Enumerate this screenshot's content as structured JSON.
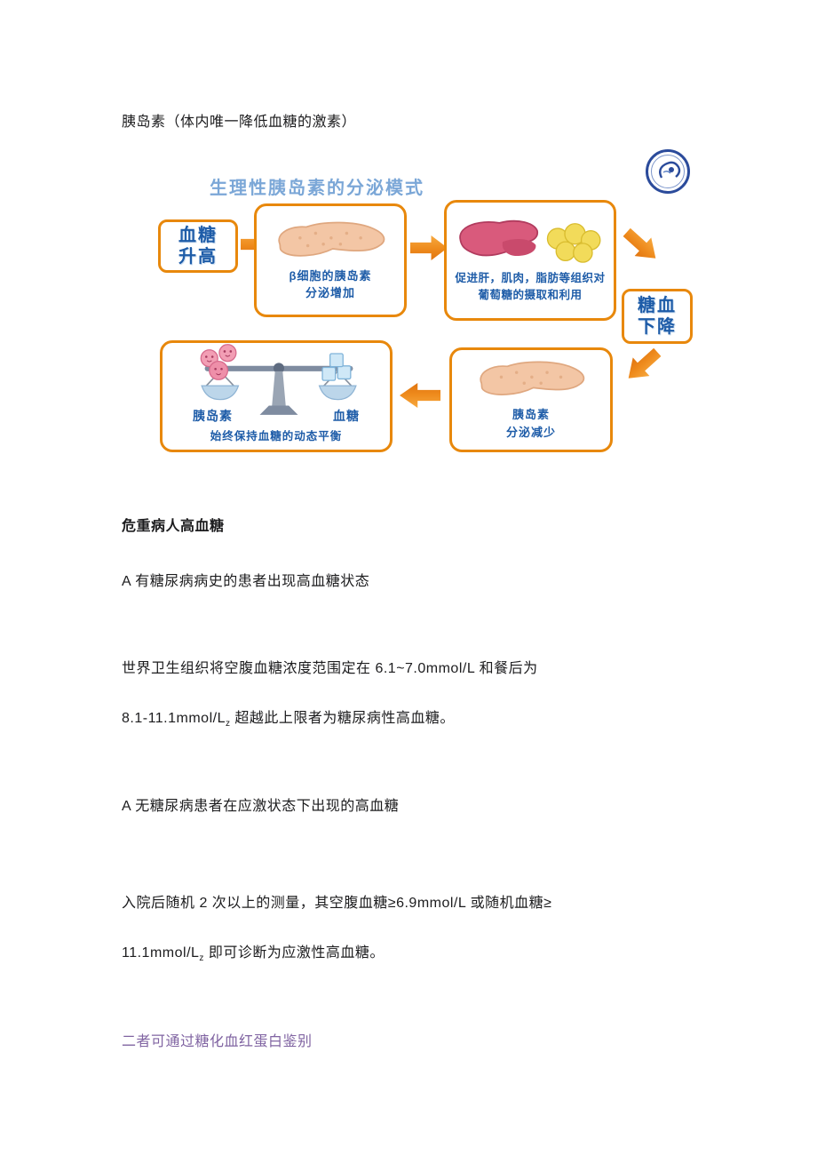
{
  "document": {
    "intro": "胰岛素（体内唯一降低血糖的激素）",
    "heading": "危重病人高血糖",
    "paragraphs": {
      "a1": "A 有糖尿病病史的患者出现高血糖状态",
      "p1_line1": "世界卫生组织将空腹血糖浓度范围定在 6.1~7.0mmol/L 和餐后为",
      "p1_line2_pre": "8.1-11.1mmol/L",
      "p1_line2_sub": "z",
      "p1_line2_post": " 超越此上限者为糖尿病性高血糖。",
      "a2": "A 无糖尿病患者在应激状态下出现的高血糖",
      "p2_line1": "入院后随机 2 次以上的测量，其空腹血糖≥6.9mmol/L 或随机血糖≥",
      "p2_line2_pre": "11.1mmol/L",
      "p2_line2_sub": "z",
      "p2_line2_post": " 即可诊断为应激性高血糖。",
      "note": "二者可通过糖化血红蛋白鉴别"
    }
  },
  "diagram": {
    "title": "生理性胰岛素的分泌模式",
    "nodes": {
      "glucose_rise": [
        "血糖",
        "升高"
      ],
      "beta": [
        "β细胞的胰岛素",
        "分泌增加"
      ],
      "tissue": [
        "促进肝，肌肉，脂肪等组织对",
        "葡萄糖的摄取和利用"
      ],
      "glucose_fall": [
        "糖血",
        "下降"
      ],
      "balance": {
        "left": "胰岛素",
        "right": "血糖",
        "caption": "始终保持血糖的动态平衡"
      },
      "less": [
        "胰岛素",
        "分泌减少"
      ]
    },
    "colors": {
      "box_border": "#E8880C",
      "arrow": "#EE8A1C",
      "node_text": "#1E5CA8",
      "title": "#7BA7D7",
      "note_text": "#8064A2"
    }
  }
}
